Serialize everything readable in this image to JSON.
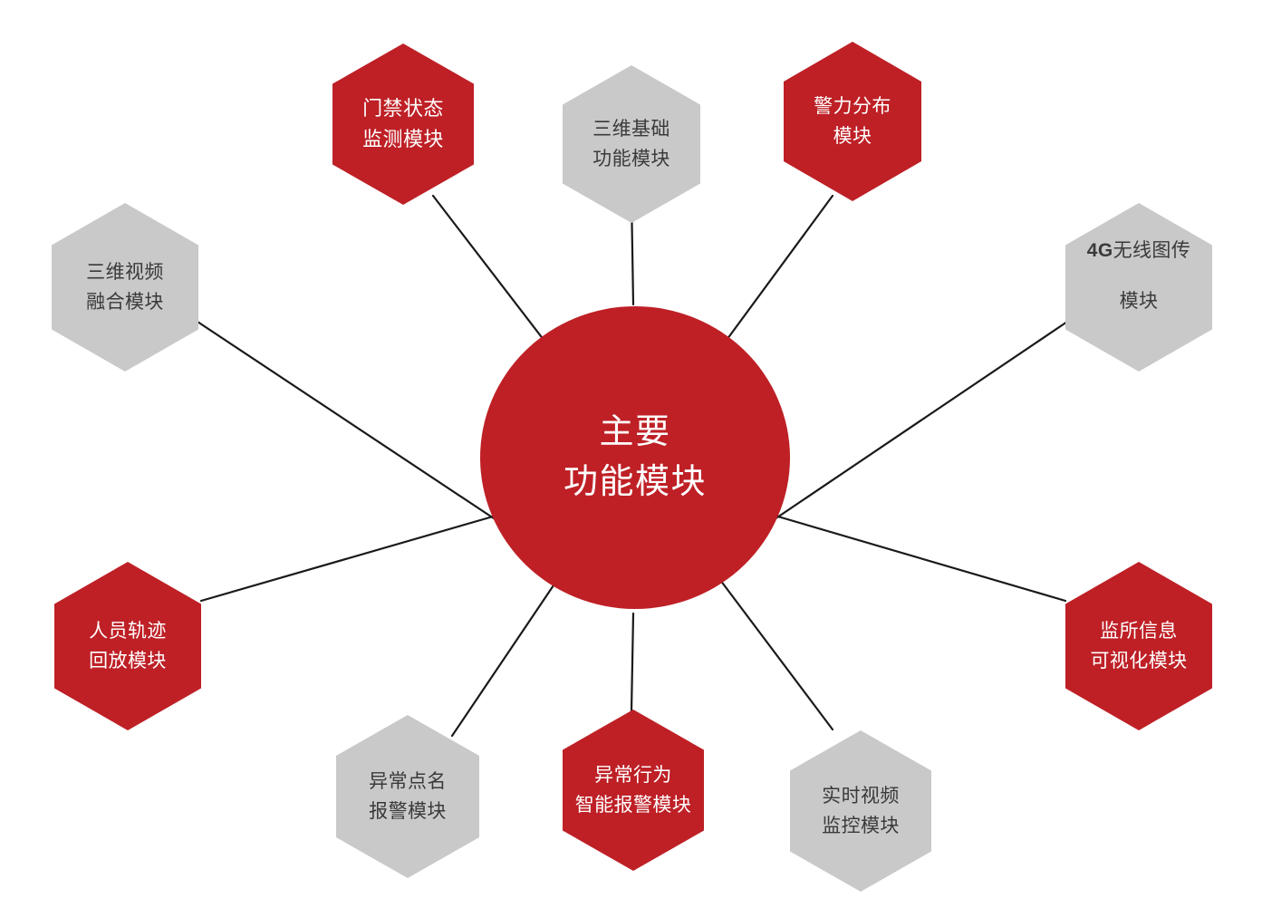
{
  "diagram": {
    "title": "主要功能模块",
    "type": "hub-and-spoke hexagon diagram",
    "colors": {
      "accent_red": "#be2026",
      "neutral_gray": "#c9c9c9",
      "connector_line": "#1a1a1a",
      "red_text": "#ffffff",
      "gray_text": "#3a3a3a",
      "background": "#ffffff"
    },
    "center": {
      "line1": "主要",
      "line2": "功能模块",
      "fill": "#be2026",
      "text_color": "#ffffff"
    },
    "nodes": [
      {
        "id": "door-access-status",
        "line1": "门禁状态",
        "line2": "监测模块",
        "color": "red",
        "position": "top-left-inner"
      },
      {
        "id": "three-d-basic-function",
        "line1": "三维基础",
        "line2": "功能模块",
        "color": "gray",
        "position": "top-center"
      },
      {
        "id": "police-force-distribution",
        "line1": "警力分布",
        "line2": "模块",
        "color": "red",
        "position": "top-right-inner"
      },
      {
        "id": "three-d-video-fusion",
        "line1": "三维视频",
        "line2": "融合模块",
        "color": "gray",
        "position": "upper-left"
      },
      {
        "id": "4g-wireless-image-transfer",
        "line1": "4G无线图传",
        "line2": "模块",
        "color": "gray",
        "position": "upper-right",
        "latin_prefix": "4G",
        "latin_suffix": "无线图传"
      },
      {
        "id": "personnel-track-playback",
        "line1": "人员轨迹",
        "line2": "回放模块",
        "color": "red",
        "position": "lower-left"
      },
      {
        "id": "prison-info-visualization",
        "line1": "监所信息",
        "line2": "可视化模块",
        "color": "red",
        "position": "lower-right"
      },
      {
        "id": "abnormal-roll-call-alarm",
        "line1": "异常点名",
        "line2": "报警模块",
        "color": "gray",
        "position": "bottom-left-inner"
      },
      {
        "id": "abnormal-behavior-smart-alarm",
        "line1": "异常行为",
        "line2": "智能报警模块",
        "color": "red",
        "position": "bottom-center"
      },
      {
        "id": "realtime-video-surveillance",
        "line1": "实时视频",
        "line2": "监控模块",
        "color": "gray",
        "position": "bottom-right-inner"
      }
    ]
  }
}
